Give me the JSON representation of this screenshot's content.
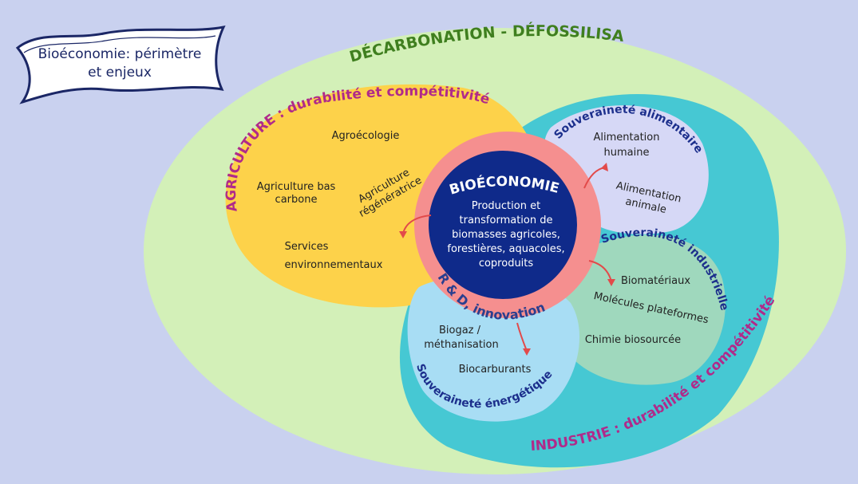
{
  "title_line1": "Bioéconomie: périmètre",
  "title_line2": "et enjeux",
  "outer_label": "DÉCARBONATION - DÉFOSSILISATION",
  "agriculture": {
    "header": "AGRICULTURE : durabilité et compétitivité",
    "items": [
      "Agroécologie",
      "Agriculture bas",
      "carbone",
      "Agriculture",
      "régénératrice",
      "Services",
      "environnementaux"
    ]
  },
  "industrie": {
    "header": "INDUSTRIE : durabilité et compétitivité"
  },
  "alimentaire": {
    "header": "Souveraineté alimentaire",
    "items": [
      "Alimentation",
      "humaine",
      "Alimentation",
      "animale"
    ]
  },
  "industrielle": {
    "header": "Souveraineté industrielle",
    "items": [
      "Biomatériaux",
      "Molécules plateformes",
      "Chimie biosourcée"
    ]
  },
  "energetique": {
    "header": "Souveraineté énergétique",
    "items": [
      "Biogaz /",
      "méthanisation",
      "Biocarburants"
    ]
  },
  "core": {
    "title": "BIOÉCONOMIE",
    "lines": [
      "Production et",
      "transformation de",
      "biomasses agricoles,",
      "forestières, aquacoles,",
      "coproduits"
    ],
    "ring_label": "R & D, innovation"
  },
  "colors": {
    "background": "#c9d1ef",
    "outer_ellipse": "#d3f0b8",
    "agriculture": "#fdd24a",
    "industrie": "#46c8d3",
    "alimentaire": "#d6d8f6",
    "industrielle": "#9fd8bd",
    "energetique": "#a8ddf4",
    "ring": "#f58f8f",
    "core": "#0f2a8a",
    "arrow": "#e24a4a"
  }
}
